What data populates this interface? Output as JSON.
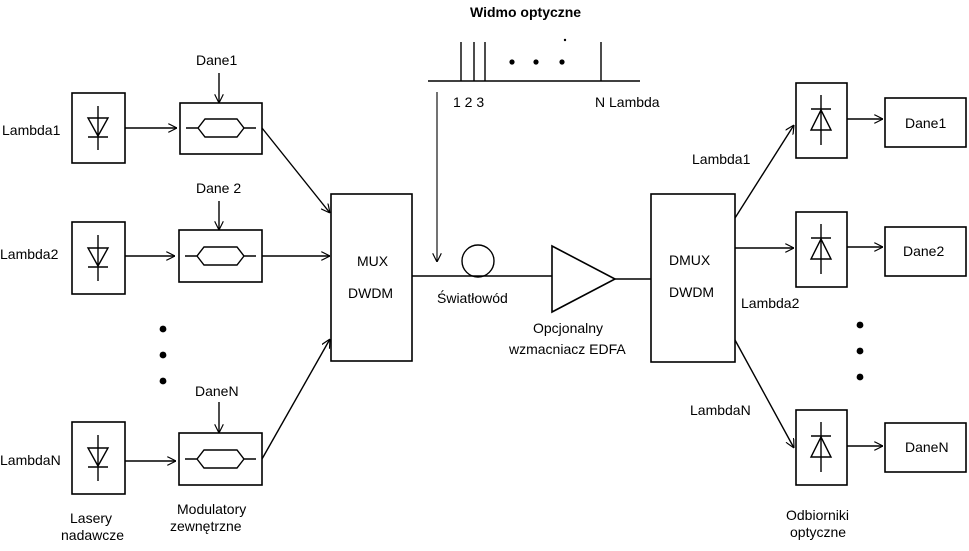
{
  "spectrum": {
    "title": "Widmo optyczne",
    "channel_numbers": "1 2 3",
    "last_channel": "N Lambda"
  },
  "lasers": [
    {
      "label": "Lambda1"
    },
    {
      "label": "Lambda2"
    },
    {
      "label": "LambdaN"
    }
  ],
  "lasers_caption": [
    "Lasery",
    "nadawcze"
  ],
  "modulators": [
    {
      "data_label": "Dane1"
    },
    {
      "data_label": "Dane 2"
    },
    {
      "data_label": "DaneN"
    }
  ],
  "modulators_caption": [
    "Modulatory",
    "zewnętrzne"
  ],
  "mux": {
    "line1": "MUX",
    "line2": "DWDM"
  },
  "fiber_label": "Światłowód",
  "amplifier_caption": [
    "Opcjonalny",
    "wzmacniacz EDFA"
  ],
  "dmux": {
    "line1": "DMUX",
    "line2": "DWDM"
  },
  "demux_outputs": [
    "Lambda1",
    "Lambda2",
    "LambdaN"
  ],
  "receivers": [
    {
      "data_label": "Dane1"
    },
    {
      "data_label": "Dane2"
    },
    {
      "data_label": "DaneN"
    }
  ],
  "receivers_caption": [
    "Odbiorniki",
    "optyczne"
  ]
}
